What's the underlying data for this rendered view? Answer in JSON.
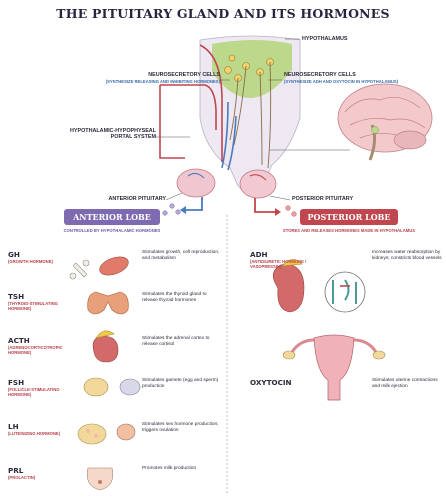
{
  "title": "THE PITUITARY GLAND AND ITS HORMONES",
  "labels": {
    "hypothalamus": "HYPOTHALAMUS",
    "neuro_left": "NEUROSECRETORY CELLS",
    "neuro_left_sub": "(SYNTHESIZE RELEASING AND INHIBITING HORMONES)",
    "neuro_right": "NEUROSECRETORY CELLS",
    "neuro_right_sub": "(SYNTHESIZE ADH AND OXYTOCIN IN HYPOTHALAMUS)",
    "portal": "HYPOTHALAMIC-HYPOPHYSEAL PORTAL SYSTEM",
    "anterior_pituitary": "ANTERIOR PITUITARY",
    "posterior_pituitary": "POSTERIOR PITUITARY"
  },
  "anterior_lobe": {
    "title": "ANTERIOR LOBE",
    "subtitle": "CONTROLLED BY HYPOTHALAMIC HORMONES",
    "color": "#7d6ab0"
  },
  "posterior_lobe": {
    "title": "POSTERIOR LOBE",
    "subtitle": "STORES AND RELEASES HORMONES MADE IN HYPOTHALAMUS",
    "color": "#c0474f"
  },
  "anterior_hormones": [
    {
      "abbr": "GH",
      "full": "(GROWTH HORMONE)",
      "desc": "Stimulates growth, cell reproduction, and metabolism",
      "icon": "bone-and-muscle-icon"
    },
    {
      "abbr": "TSH",
      "full": "(THYROID-STIMULATING HORMONE)",
      "desc": "Stimulates the thyroid gland to release thyroid hormones",
      "icon": "thyroid-icon"
    },
    {
      "abbr": "ACTH",
      "full": "(ADRENOCORTICOTROPIC HORMONE)",
      "desc": "Stimulates the adrenal cortex to release cortisol",
      "icon": "adrenal-kidney-icon"
    },
    {
      "abbr": "FSH",
      "full": "(FOLLICLE-STIMULATING HORMONE)",
      "desc": "Stimulates gamete (egg and sperm) production",
      "icon": "gonads-icon"
    },
    {
      "abbr": "LH",
      "full": "(LUTEINIZING HORMONE)",
      "desc": "Stimulates sex hormone production; triggers ovulation",
      "icon": "ovary-testis-icon"
    },
    {
      "abbr": "PRL",
      "full": "(PROLACTIN)",
      "desc": "Promotes milk production",
      "icon": "breast-icon"
    }
  ],
  "posterior_hormones": [
    {
      "abbr": "ADH",
      "full": "(ANTIDIURETIC HORMONE / VASOPRESSIN)",
      "desc": "Increases water reabsorption by kidneys; constricts blood vessels",
      "icon": "kidney-icon"
    },
    {
      "abbr": "OXYTOCIN",
      "full": "",
      "desc": "Stimulates uterine contractions and milk ejection",
      "icon": "uterus-icon"
    }
  ]
}
